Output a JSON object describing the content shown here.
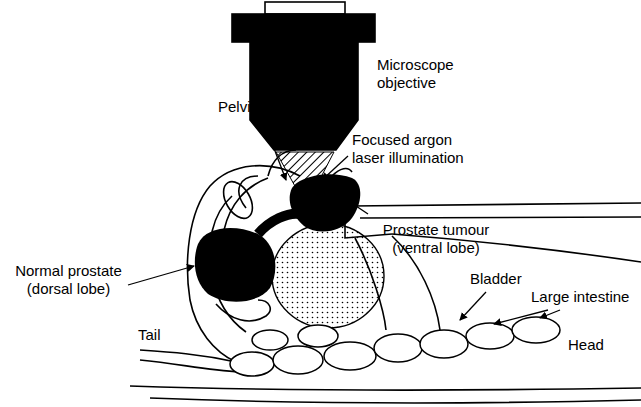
{
  "diagram": {
    "labels": [
      "Microscope objective",
      "Pelvic cavity",
      "Focused argon laser illumination",
      "Prostate tumour (ventral lobe)",
      "Normal prostate (dorsal lobe)",
      "Bladder",
      "Large intestine",
      "Tail",
      "Head"
    ]
  }
}
